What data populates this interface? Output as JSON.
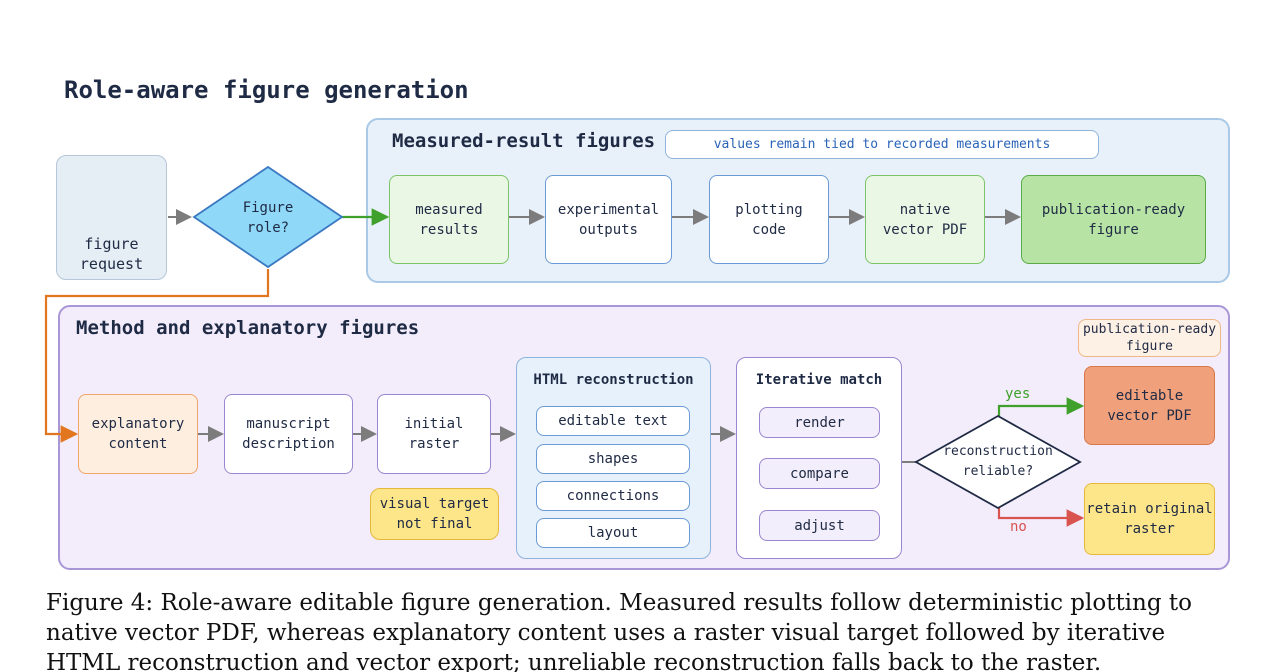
{
  "title": "Role-aware figure generation",
  "request": {
    "label": "figure\nrequest"
  },
  "decision_role": {
    "label": "Figure\nrole?"
  },
  "measured": {
    "title": "Measured-result figures",
    "note": "values remain tied to recorded measurements",
    "steps": [
      "measured\nresults",
      "experimental\noutputs",
      "plotting\ncode",
      "native\nvector PDF",
      "publication-ready\nfigure"
    ]
  },
  "method": {
    "title": "Method and explanatory figures",
    "steps": [
      "explanatory\ncontent",
      "manuscript\ndescription",
      "initial\nraster"
    ],
    "visual_target": "visual target\nnot final",
    "html_group": {
      "title": "HTML reconstruction",
      "items": [
        "editable text",
        "shapes",
        "connections",
        "layout"
      ]
    },
    "match_group": {
      "title": "Iterative match",
      "items": [
        "render",
        "compare",
        "adjust"
      ]
    },
    "decision": {
      "label": "reconstruction\nreliable?"
    },
    "yes_label": "yes",
    "no_label": "no",
    "pub_label": "publication-ready\nfigure",
    "editable_pdf": "editable\nvector PDF",
    "retain": "retain original\nraster"
  },
  "caption": "Figure 4: Role-aware editable figure generation. Measured results follow deterministic plotting to native vector PDF, whereas explanatory content uses a raster visual target followed by iterative HTML reconstruction and vector export; unreliable reconstruction falls back to the raster."
}
